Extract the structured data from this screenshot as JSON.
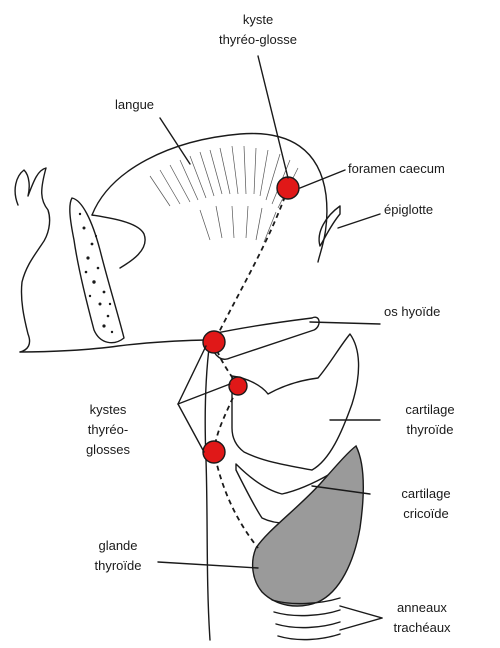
{
  "labels": {
    "kyste_line1": "kyste",
    "kyste_line2": "thyréo-glosse",
    "langue": "langue",
    "foramen": "foramen caecum",
    "epiglotte": "épiglotte",
    "os_hyoide": "os hyoïde",
    "kystes_line1": "kystes",
    "kystes_line2": "thyréo-",
    "kystes_line3": "glosses",
    "cartilage_thyroide_1": "cartilage",
    "cartilage_thyroide_2": "thyroïde",
    "cartilage_cricoide_1": "cartilage",
    "cartilage_cricoide_2": "cricoïde",
    "glande_1": "glande",
    "glande_2": "thyroïde",
    "anneaux_1": "anneaux",
    "anneaux_2": "trachéaux"
  },
  "colors": {
    "cyst_dot": "#e01818",
    "thyroid_gland": "#9a9a9a",
    "stroke": "#1a1a1a"
  }
}
